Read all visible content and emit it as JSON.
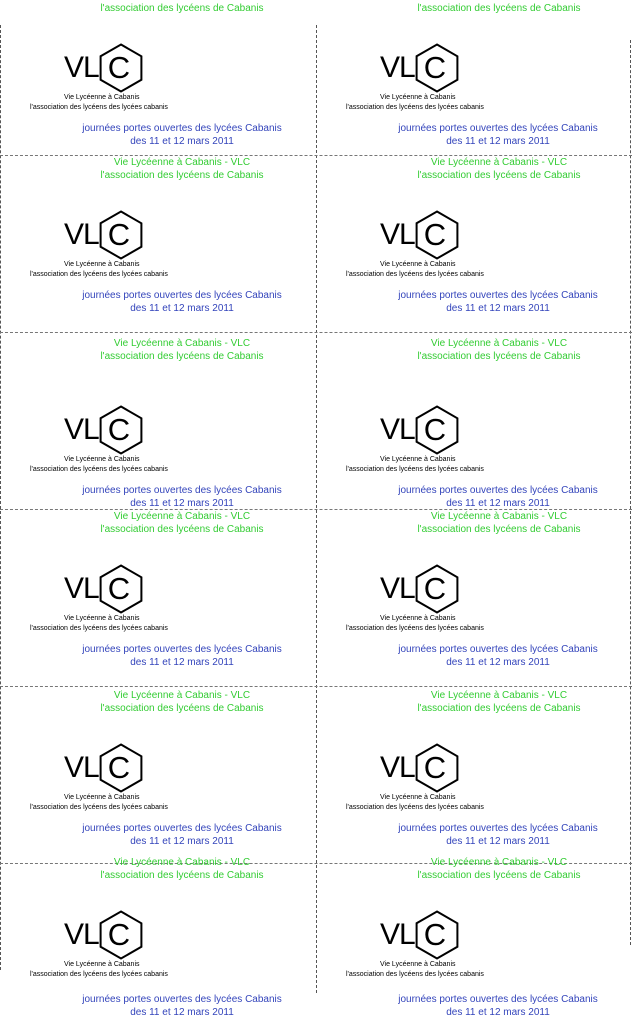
{
  "card": {
    "title_line1": "Vie Lycéenne à Cabanis - VLC",
    "title_line2": "l'association des lycéens de Cabanis",
    "logo_mark": "VL",
    "logo_letter": "C",
    "logo_sub1": "Vie Lycéenne à Cabanis",
    "logo_sub2": "l'association des lycéens des lycées cabanis",
    "event_line1": "journées portes ouvertes des lycées Cabanis",
    "event_line2": "des 11 et 12 mars 2011"
  },
  "colors": {
    "title": "#33cc33",
    "event": "#3344bb",
    "logo": "#000000"
  },
  "icons": {
    "logo": "hexagon-c-logo-icon"
  },
  "grid": {
    "columns": 2,
    "rows": 6
  }
}
